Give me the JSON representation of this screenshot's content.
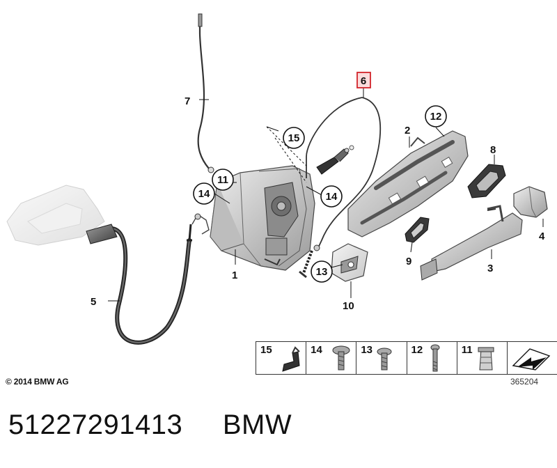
{
  "callouts": [
    {
      "id": "c1",
      "label": "1"
    },
    {
      "id": "c2",
      "label": "2"
    },
    {
      "id": "c3",
      "label": "3"
    },
    {
      "id": "c4",
      "label": "4"
    },
    {
      "id": "c5",
      "label": "5"
    },
    {
      "id": "c6",
      "label": "6"
    },
    {
      "id": "c7",
      "label": "7"
    },
    {
      "id": "c8",
      "label": "8"
    },
    {
      "id": "c9",
      "label": "9"
    },
    {
      "id": "c10",
      "label": "10"
    },
    {
      "id": "c11",
      "label": "11"
    },
    {
      "id": "c12",
      "label": "12"
    },
    {
      "id": "c13",
      "label": "13"
    },
    {
      "id": "c14a",
      "label": "14"
    },
    {
      "id": "c14b",
      "label": "14"
    },
    {
      "id": "c15",
      "label": "15"
    }
  ],
  "legend": {
    "items": [
      {
        "label": "15"
      },
      {
        "label": "14"
      },
      {
        "label": "13"
      },
      {
        "label": "12"
      },
      {
        "label": "11"
      }
    ]
  },
  "copyright": "© 2014 BMW AG",
  "diagram_number": "365204",
  "part_number": "51227291413",
  "brand": "BMW",
  "colors": {
    "highlight": "#d2232a",
    "line": "#111111",
    "part_fill": "#d6d6d6"
  }
}
